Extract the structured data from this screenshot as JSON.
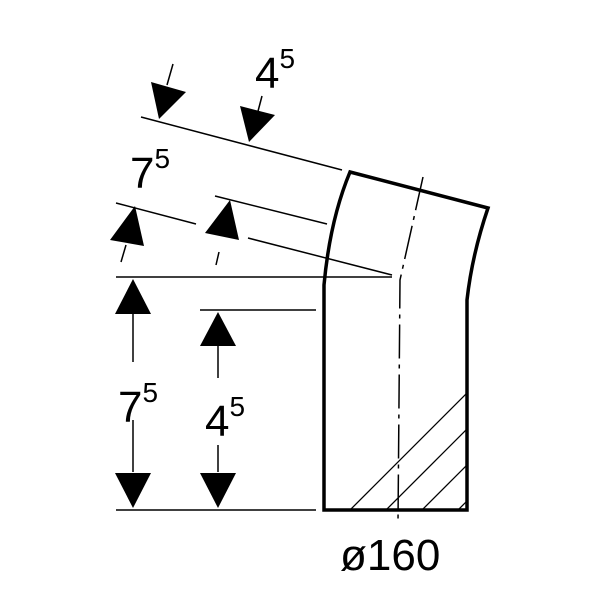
{
  "colors": {
    "stroke": "#000000",
    "background": "#ffffff"
  },
  "labels": {
    "top_small": {
      "base": "4",
      "sup": "5"
    },
    "top_large": {
      "base": "7",
      "sup": "5"
    },
    "left_large": {
      "base": "7",
      "sup": "5"
    },
    "left_small": {
      "base": "4",
      "sup": "5"
    },
    "diameter": "ø160"
  }
}
